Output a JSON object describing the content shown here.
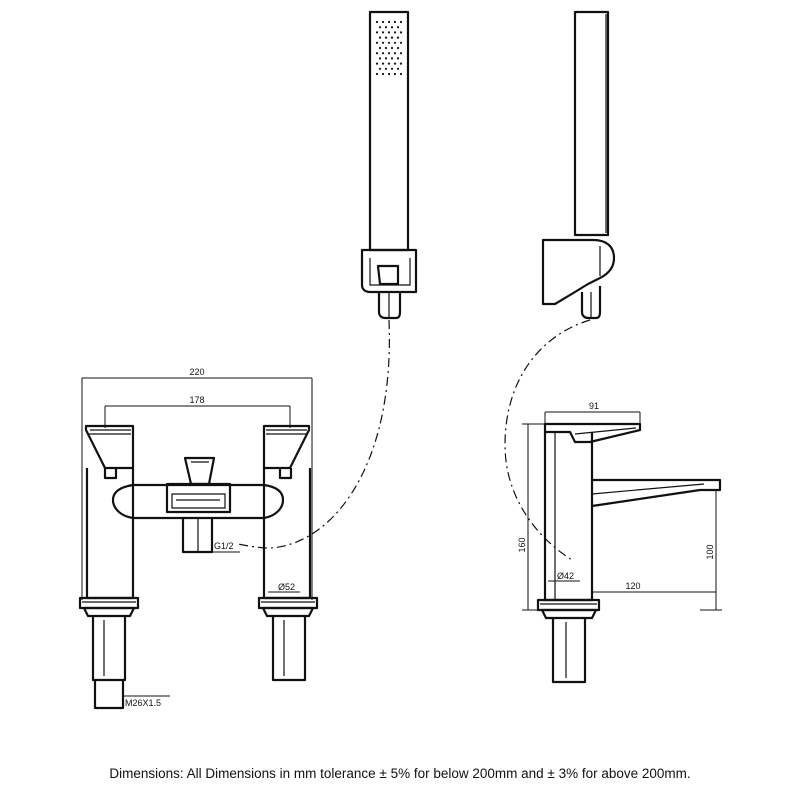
{
  "dimensions": {
    "front_overall_width": "220",
    "front_centres": "178",
    "shower_outlet_thread": "G1/2",
    "body_diameter": "Ø52",
    "tail_thread": "M26X1.5",
    "side_depth": "91",
    "side_height": "160",
    "spout_reach": "120",
    "spout_height": "100",
    "base_diameter": "Ø42"
  },
  "footnote": "Dimensions: All Dimensions in mm tolerance ± 5% for below 200mm and ± 3% for above 200mm."
}
